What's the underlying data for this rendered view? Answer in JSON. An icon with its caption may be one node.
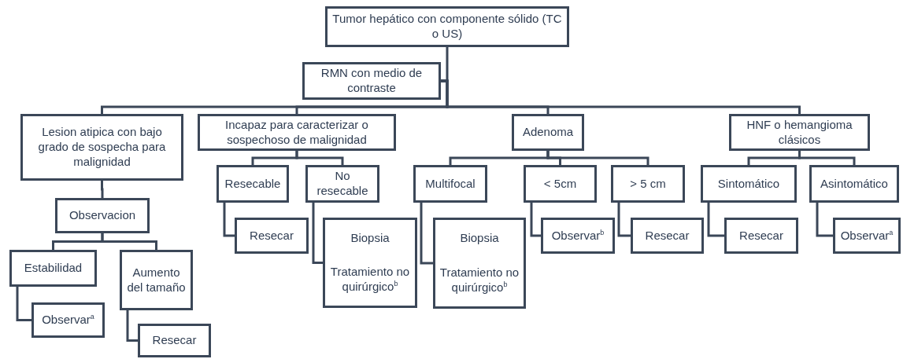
{
  "diagram": {
    "nodes": [
      {
        "text": [
          "Tumor hepático con componente sólido (TC o US)"
        ]
      },
      {
        "text": [
          "RMN con medio de contraste"
        ]
      },
      {
        "text": [
          "Lesion atipica con bajo grado de sospecha para malignidad"
        ]
      },
      {
        "text": [
          "Incapaz para caracterizar o sospechoso de malignidad"
        ]
      },
      {
        "text": [
          "Adenoma"
        ]
      },
      {
        "text": [
          "HNF o hemangioma clásicos"
        ]
      },
      {
        "text": [
          "Observacion"
        ]
      },
      {
        "text": [
          "Estabilidad"
        ]
      },
      {
        "text": [
          "Aumento del tamaño"
        ]
      },
      {
        "text": [
          "Observar$^{a}$"
        ]
      },
      {
        "text": [
          "Resecar"
        ]
      },
      {
        "text": [
          "Resecable"
        ]
      },
      {
        "text": [
          "No resecable"
        ]
      },
      {
        "text": [
          "Resecar"
        ]
      },
      {
        "text": [
          "Biopsia",
          "Tratamiento no quirúrgico$^{b}$"
        ]
      },
      {
        "text": [
          "Multifocal"
        ]
      },
      {
        "text": [
          "< 5cm"
        ]
      },
      {
        "text": [
          "> 5 cm"
        ]
      },
      {
        "text": [
          "Biopsia",
          "Tratamiento no quirúrgico$^{b}$"
        ]
      },
      {
        "text": [
          "Observar$^{b}$"
        ]
      },
      {
        "text": [
          "Resecar"
        ]
      },
      {
        "text": [
          "Sintomático"
        ]
      },
      {
        "text": [
          "Asintomático"
        ]
      },
      {
        "text": [
          "Resecar"
        ]
      },
      {
        "text": [
          "Observar$^{a}$"
        ]
      }
    ],
    "edges": [
      {
        "from": 0,
        "to": 1,
        "arrow": "none"
      },
      {
        "from": 1,
        "to": 2,
        "arrow": "none"
      },
      {
        "from": 1,
        "to": 3,
        "arrow": "none"
      },
      {
        "from": 1,
        "to": 4,
        "arrow": "none"
      },
      {
        "from": 1,
        "to": 5,
        "arrow": "none"
      },
      {
        "from": 2,
        "to": 6,
        "arrow": "none"
      },
      {
        "from": 6,
        "to": 7,
        "arrow": "none"
      },
      {
        "from": 6,
        "to": 8,
        "arrow": "none"
      },
      {
        "from": 7,
        "to": 9,
        "arrow": "none"
      },
      {
        "from": 8,
        "to": 10,
        "arrow": "none"
      },
      {
        "from": 3,
        "to": 11,
        "arrow": "none"
      },
      {
        "from": 3,
        "to": 12,
        "arrow": "none"
      },
      {
        "from": 11,
        "to": 13,
        "arrow": "none"
      },
      {
        "from": 12,
        "to": 14,
        "arrow": "none"
      },
      {
        "from": 4,
        "to": 15,
        "arrow": "none"
      },
      {
        "from": 4,
        "to": 16,
        "arrow": "none"
      },
      {
        "from": 4,
        "to": 17,
        "arrow": "none"
      },
      {
        "from": 15,
        "to": 18,
        "arrow": "none"
      },
      {
        "from": 16,
        "to": 19,
        "arrow": "none"
      },
      {
        "from": 17,
        "to": 20,
        "arrow": "none"
      },
      {
        "from": 5,
        "to": 21,
        "arrow": "none"
      },
      {
        "from": 5,
        "to": 22,
        "arrow": "none"
      },
      {
        "from": 21,
        "to": 23,
        "arrow": "none"
      },
      {
        "from": 22,
        "to": 24,
        "arrow": "none"
      }
    ]
  }
}
